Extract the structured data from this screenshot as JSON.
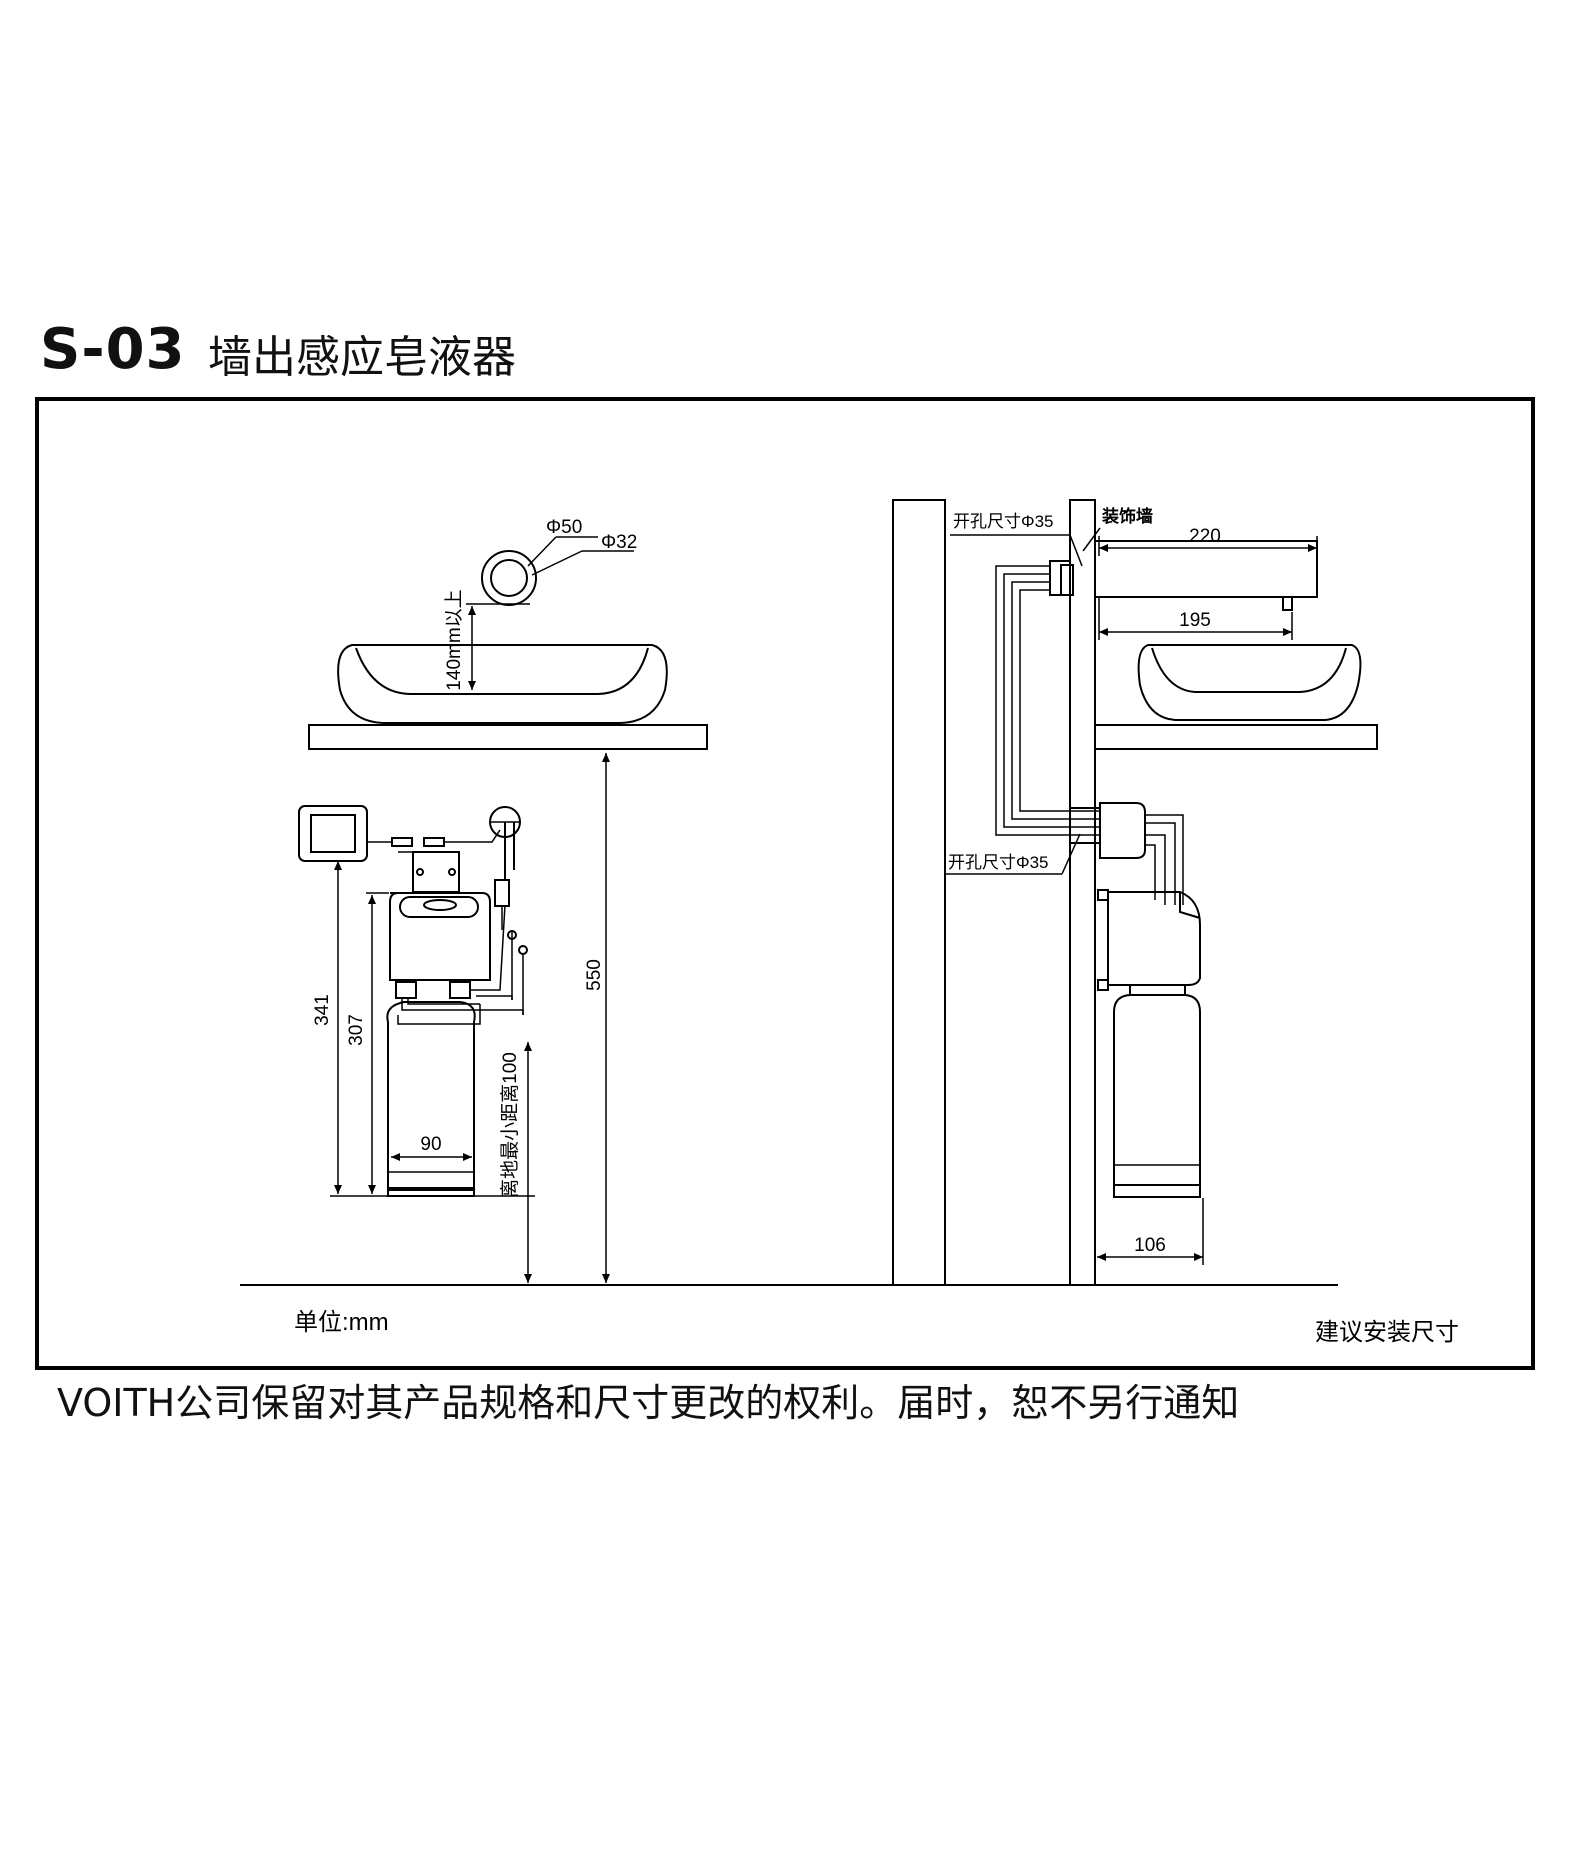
{
  "header": {
    "code": "S-03",
    "title": "墙出感应皂液器"
  },
  "front_view": {
    "dim_phi50": "Φ50",
    "dim_phi32": "Φ32",
    "dim_140": "140mm以上",
    "dim_550": "550",
    "dim_341": "341",
    "dim_307": "307",
    "dim_90": "90",
    "dim_floor_min": "离地最小距离100",
    "unit_label": "单位:mm"
  },
  "side_view": {
    "hole_top": "开孔尺寸Φ35",
    "decor_wall": "装饰墙",
    "dim_220": "220",
    "dim_195": "195",
    "hole_bottom": "开孔尺寸Φ35",
    "dim_106": "106",
    "caption": "建议安装尺寸"
  },
  "footer": {
    "note": "VOITH公司保留对其产品规格和尺寸更改的权利。届时，恕不另行通知"
  }
}
